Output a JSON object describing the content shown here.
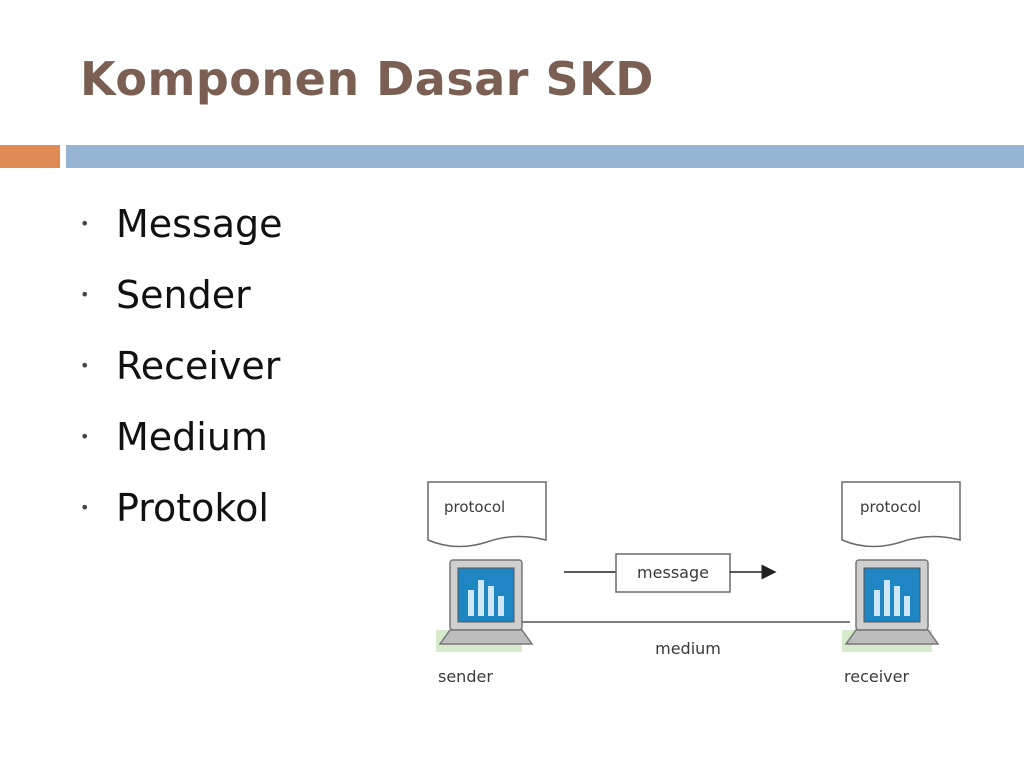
{
  "slide": {
    "title": "Komponen Dasar SKD",
    "bullet_glyph": "•",
    "bullets": [
      "Message",
      "Sender",
      "Receiver",
      "Medium",
      "Protokol"
    ]
  },
  "diagram": {
    "protocol_left": "protocol",
    "protocol_right": "protocol",
    "message": "message",
    "medium": "medium",
    "sender": "sender",
    "receiver": "receiver"
  },
  "colors": {
    "title": "#7a5f52",
    "accent_orange": "#de8a52",
    "accent_blue": "#96b5d2",
    "screen": "#1f86c4",
    "monitor_frame": "#cfcfcf"
  }
}
